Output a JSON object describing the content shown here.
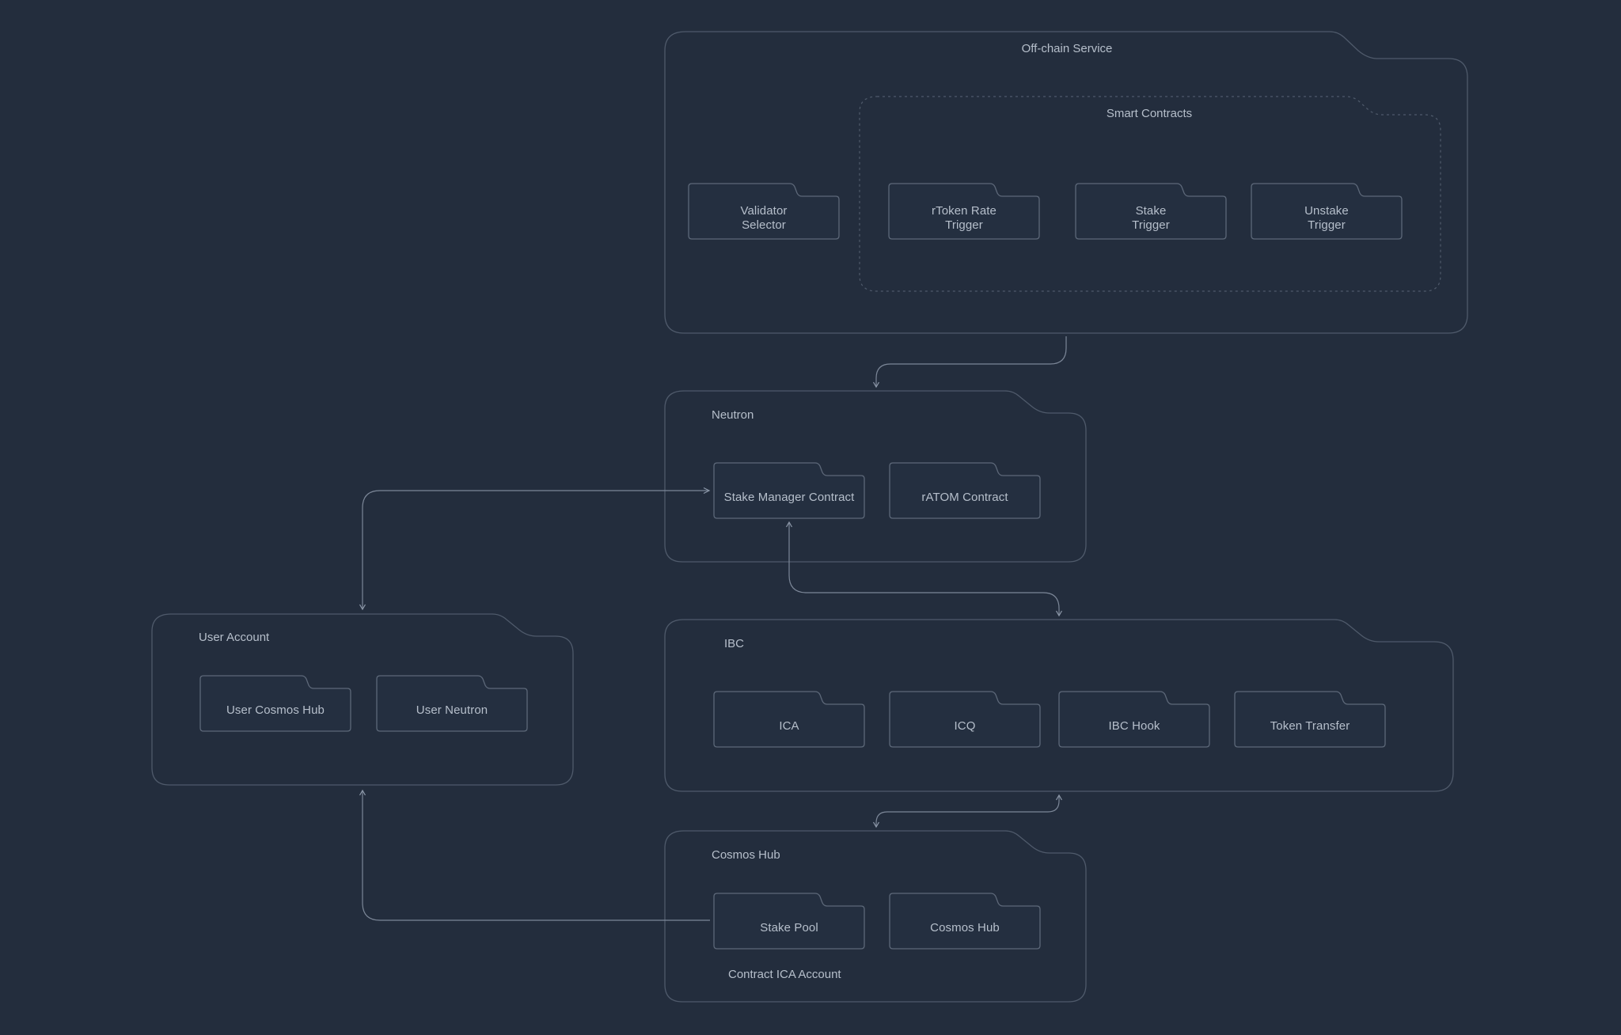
{
  "groups": {
    "offchain": {
      "title": "Off-chain Service"
    },
    "smart_contracts": {
      "title": "Smart Contracts"
    },
    "neutron": {
      "title": "Neutron"
    },
    "user_account": {
      "title": "User Account"
    },
    "ibc": {
      "title": "IBC"
    },
    "cosmos_hub": {
      "title": "Cosmos Hub",
      "footer": "Contract ICA Account"
    }
  },
  "nodes": {
    "validator_selector": [
      "Validator",
      "Selector"
    ],
    "rtoken_rate_trigger": [
      "rToken Rate",
      "Trigger"
    ],
    "stake_trigger": [
      "Stake",
      "Trigger"
    ],
    "unstake_trigger": [
      "Unstake",
      "Trigger"
    ],
    "stake_manager_contract": [
      "Stake Manager Contract"
    ],
    "ratom_contract": [
      "rATOM Contract"
    ],
    "user_cosmos_hub": [
      "User Cosmos Hub"
    ],
    "user_neutron": [
      "User Neutron"
    ],
    "ica": [
      "ICA"
    ],
    "icq": [
      "ICQ"
    ],
    "ibc_hook": [
      "IBC Hook"
    ],
    "token_transfer": [
      "Token Transfer"
    ],
    "stake_pool": [
      "Stake Pool"
    ],
    "cosmos_hub_node": [
      "Cosmos Hub"
    ]
  },
  "colors": {
    "background": "#232d3d",
    "stroke": "#5d6879",
    "text": "#b6bfcb"
  }
}
